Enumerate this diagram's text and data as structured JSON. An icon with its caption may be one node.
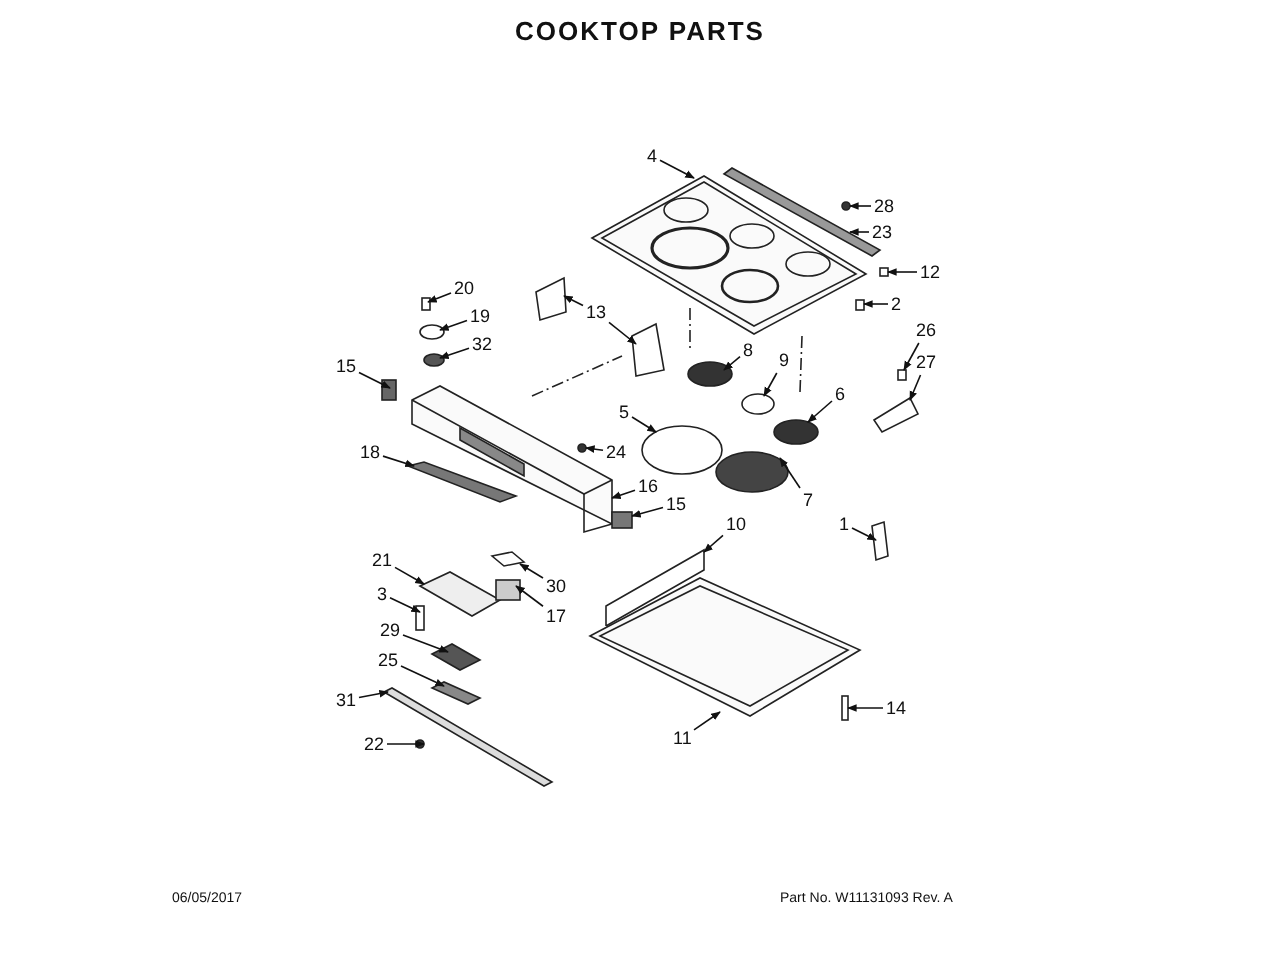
{
  "diagram": {
    "title": "COOKTOP PARTS",
    "nodes": [
      {
        "text": [
          "4"
        ]
      },
      {
        "text": [
          "28"
        ]
      },
      {
        "text": [
          "23"
        ]
      },
      {
        "text": [
          "12"
        ]
      },
      {
        "text": [
          "20"
        ]
      },
      {
        "text": [
          "2"
        ]
      },
      {
        "text": [
          "13"
        ]
      },
      {
        "text": [
          "19"
        ]
      },
      {
        "text": [
          "26"
        ]
      },
      {
        "text": [
          "32"
        ]
      },
      {
        "text": [
          "8"
        ]
      },
      {
        "text": [
          "9"
        ]
      },
      {
        "text": [
          "27"
        ]
      },
      {
        "text": [
          "15"
        ]
      },
      {
        "text": [
          "6"
        ]
      },
      {
        "text": [
          "5"
        ]
      },
      {
        "text": [
          "24"
        ]
      },
      {
        "text": [
          "18"
        ]
      },
      {
        "text": [
          "16"
        ]
      },
      {
        "text": [
          "7"
        ]
      },
      {
        "text": [
          "15"
        ]
      },
      {
        "text": [
          "10"
        ]
      },
      {
        "text": [
          "1"
        ]
      },
      {
        "text": [
          "21"
        ]
      },
      {
        "text": [
          "30"
        ]
      },
      {
        "text": [
          "3"
        ]
      },
      {
        "text": [
          "17"
        ]
      },
      {
        "text": [
          "29"
        ]
      },
      {
        "text": [
          "25"
        ]
      },
      {
        "text": [
          "31"
        ]
      },
      {
        "text": [
          "14"
        ]
      },
      {
        "text": [
          "11"
        ]
      },
      {
        "text": [
          "22"
        ]
      },
      {
        "text": [],
        "shape": "picture"
      },
      {
        "text": [],
        "shape": "circle"
      },
      {
        "text": [],
        "shape": "picture"
      },
      {
        "text": [],
        "shape": "box"
      },
      {
        "text": [],
        "shape": "box"
      },
      {
        "text": [],
        "shape": "box"
      },
      {
        "text": [],
        "shape": "picture"
      },
      {
        "text": [],
        "shape": "picture"
      },
      {
        "text": [],
        "shape": "circle"
      },
      {
        "text": [],
        "shape": "box"
      },
      {
        "text": [],
        "shape": "circle"
      },
      {
        "text": [],
        "shape": "circle"
      },
      {
        "text": [],
        "shape": "circle"
      },
      {
        "text": [],
        "shape": "picture"
      },
      {
        "text": [],
        "shape": "box"
      },
      {
        "text": [],
        "shape": "circle"
      },
      {
        "text": [],
        "shape": "circle"
      },
      {
        "text": [],
        "shape": "circle"
      },
      {
        "text": [],
        "shape": "picture"
      },
      {
        "text": [],
        "shape": "picture"
      },
      {
        "text": [],
        "shape": "circle"
      },
      {
        "text": [],
        "shape": "box"
      },
      {
        "text": [],
        "shape": "picture"
      },
      {
        "text": [],
        "shape": "picture"
      },
      {
        "text": [],
        "shape": "picture"
      },
      {
        "text": [],
        "shape": "picture"
      },
      {
        "text": [],
        "shape": "box"
      },
      {
        "text": [],
        "shape": "box"
      },
      {
        "text": [],
        "shape": "picture"
      },
      {
        "text": [],
        "shape": "picture"
      },
      {
        "text": [],
        "shape": "picture"
      },
      {
        "text": [],
        "shape": "box"
      },
      {
        "text": [],
        "shape": "picture"
      },
      {
        "text": [],
        "shape": "circle"
      }
    ],
    "edges": [
      {
        "from": 0,
        "to": 33,
        "arrow": "to"
      },
      {
        "from": 1,
        "to": 34,
        "arrow": "to"
      },
      {
        "from": 2,
        "to": 35,
        "arrow": "to"
      },
      {
        "from": 3,
        "to": 36,
        "arrow": "to"
      },
      {
        "from": 4,
        "to": 37,
        "arrow": "to"
      },
      {
        "from": 5,
        "to": 38,
        "arrow": "to"
      },
      {
        "from": 6,
        "to": 39,
        "arrow": "to"
      },
      {
        "from": 6,
        "to": 40,
        "arrow": "to"
      },
      {
        "from": 7,
        "to": 41,
        "arrow": "to"
      },
      {
        "from": 8,
        "to": 42,
        "arrow": "to"
      },
      {
        "from": 9,
        "to": 43,
        "arrow": "to"
      },
      {
        "from": 10,
        "to": 44,
        "arrow": "to"
      },
      {
        "from": 11,
        "to": 45,
        "arrow": "to"
      },
      {
        "from": 12,
        "to": 46,
        "arrow": "to"
      },
      {
        "from": 13,
        "to": 47,
        "arrow": "to"
      },
      {
        "from": 14,
        "to": 48,
        "arrow": "to"
      },
      {
        "from": 15,
        "to": 49,
        "arrow": "to"
      },
      {
        "from": 16,
        "to": 50,
        "arrow": "to"
      },
      {
        "from": 17,
        "to": 51,
        "arrow": "to"
      },
      {
        "from": 18,
        "to": 52,
        "arrow": "to"
      },
      {
        "from": 19,
        "to": 53,
        "arrow": "to"
      },
      {
        "from": 20,
        "to": 54,
        "arrow": "to"
      },
      {
        "from": 21,
        "to": 55,
        "arrow": "to"
      },
      {
        "from": 22,
        "to": 56,
        "arrow": "to"
      },
      {
        "from": 23,
        "to": 57,
        "arrow": "to"
      },
      {
        "from": 24,
        "to": 58,
        "arrow": "to"
      },
      {
        "from": 25,
        "to": 59,
        "arrow": "to"
      },
      {
        "from": 26,
        "to": 60,
        "arrow": "to"
      },
      {
        "from": 27,
        "to": 61,
        "arrow": "to"
      },
      {
        "from": 28,
        "to": 62,
        "arrow": "to"
      },
      {
        "from": 29,
        "to": 63,
        "arrow": "to"
      },
      {
        "from": 30,
        "to": 64,
        "arrow": "to"
      },
      {
        "from": 31,
        "to": 65,
        "arrow": "to"
      },
      {
        "from": 32,
        "to": 66,
        "arrow": "to"
      }
    ],
    "labels": [
      "06/05/2017",
      "Part No. W11131093 Rev. A"
    ]
  }
}
